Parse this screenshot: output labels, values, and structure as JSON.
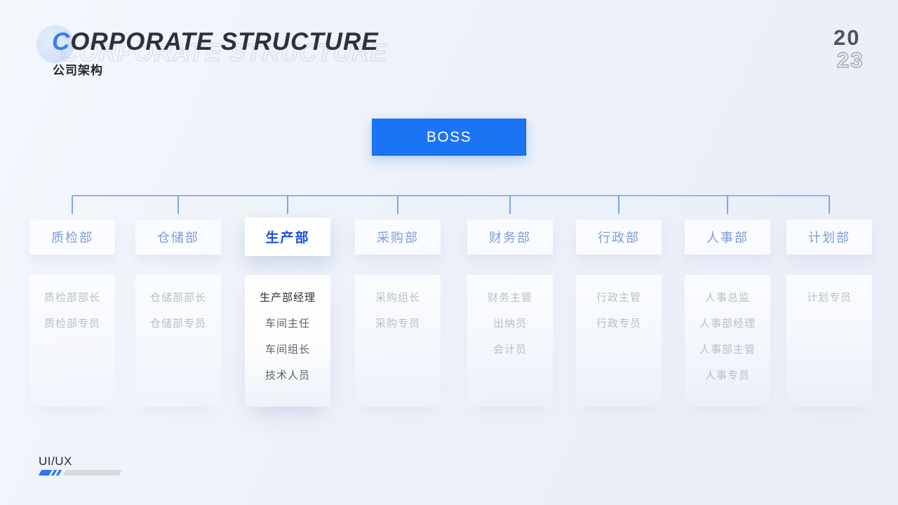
{
  "header": {
    "title": "CORPORATE STRUCTURE",
    "title_first": "C",
    "title_rest": "ORPORATE STRUCTURE",
    "subtitle": "公司架构",
    "year_top": "20",
    "year_bottom": "23"
  },
  "boss": {
    "label": "BOSS"
  },
  "departments": [
    {
      "name": "质检部",
      "highlighted": false,
      "roles": [
        "质检部部长",
        "质检部专员"
      ]
    },
    {
      "name": "仓储部",
      "highlighted": false,
      "roles": [
        "仓储部部长",
        "仓储部专员"
      ]
    },
    {
      "name": "生产部",
      "highlighted": true,
      "roles": [
        "生产部经理",
        "车间主任",
        "车间组长",
        "技术人员"
      ]
    },
    {
      "name": "采购部",
      "highlighted": false,
      "roles": [
        "采购组长",
        "采购专员"
      ]
    },
    {
      "name": "财务部",
      "highlighted": false,
      "roles": [
        "财务主管",
        "出纳员",
        "会计员"
      ]
    },
    {
      "name": "行政部",
      "highlighted": false,
      "roles": [
        "行政主管",
        "行政专员"
      ]
    },
    {
      "name": "人事部",
      "highlighted": false,
      "roles": [
        "人事总监",
        "人事部经理",
        "人事部主管",
        "人事专员"
      ]
    },
    {
      "name": "计划部",
      "highlighted": false,
      "roles": [
        "计划专员"
      ]
    }
  ],
  "footer": {
    "label": "UI/UX"
  },
  "colors": {
    "boss_blue": "#1b74f4",
    "accent_blue": "#3b7df5",
    "highlight_text": "#1a4fe0",
    "dept_text": "#7d9bdc",
    "muted_role_text": "#b9bfc8",
    "connector": "#8fb4f0",
    "year_solid": "#50545c",
    "background": "#edf1f9"
  }
}
